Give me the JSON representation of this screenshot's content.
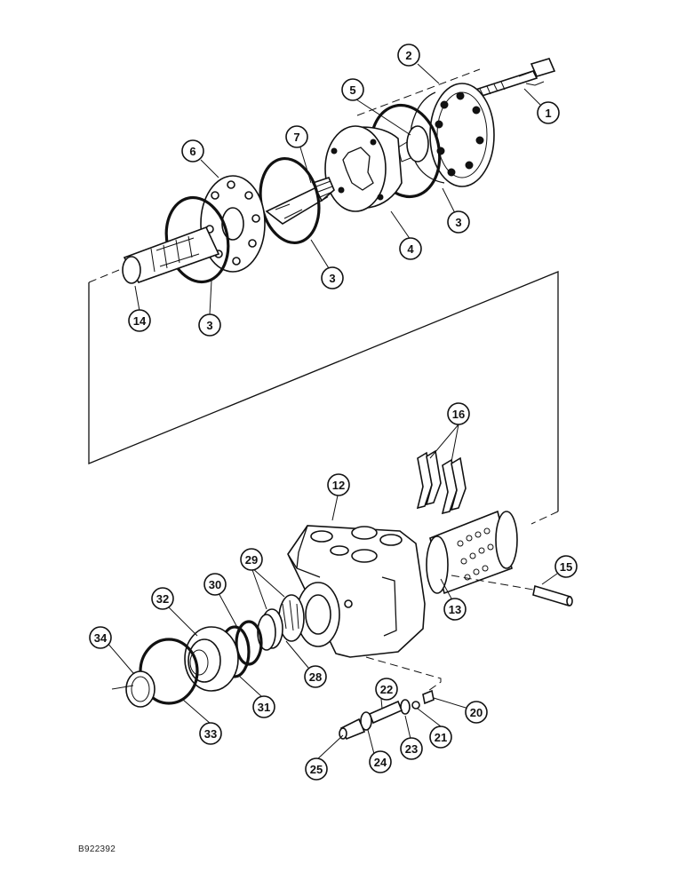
{
  "figure": {
    "reference_code": "B922392",
    "callouts": [
      {
        "id": "c1",
        "label": "1"
      },
      {
        "id": "c2",
        "label": "2"
      },
      {
        "id": "c3a",
        "label": "3"
      },
      {
        "id": "c3b",
        "label": "3"
      },
      {
        "id": "c3c",
        "label": "3"
      },
      {
        "id": "c4",
        "label": "4"
      },
      {
        "id": "c5",
        "label": "5"
      },
      {
        "id": "c6",
        "label": "6"
      },
      {
        "id": "c7",
        "label": "7"
      },
      {
        "id": "c12",
        "label": "12"
      },
      {
        "id": "c13",
        "label": "13"
      },
      {
        "id": "c14",
        "label": "14"
      },
      {
        "id": "c15",
        "label": "15"
      },
      {
        "id": "c16",
        "label": "16"
      },
      {
        "id": "c20",
        "label": "20"
      },
      {
        "id": "c21",
        "label": "21"
      },
      {
        "id": "c22",
        "label": "22"
      },
      {
        "id": "c23",
        "label": "23"
      },
      {
        "id": "c24",
        "label": "24"
      },
      {
        "id": "c25",
        "label": "25"
      },
      {
        "id": "c28",
        "label": "28"
      },
      {
        "id": "c29",
        "label": "29"
      },
      {
        "id": "c30",
        "label": "30"
      },
      {
        "id": "c31",
        "label": "31"
      },
      {
        "id": "c32",
        "label": "32"
      },
      {
        "id": "c33",
        "label": "33"
      },
      {
        "id": "c34",
        "label": "34"
      }
    ]
  }
}
